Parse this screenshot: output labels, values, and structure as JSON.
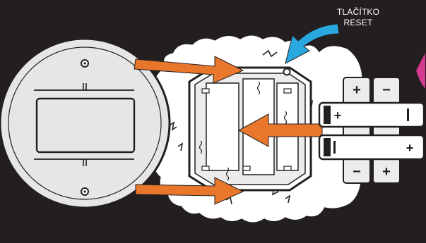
{
  "labels": {
    "reset_line1": "TLAČÍTKO",
    "reset_line2": "RESET"
  },
  "battery_signs": {
    "plus": "+",
    "minus": "−"
  },
  "colors": {
    "background": "#231f20",
    "arrow_orange": "#e8762b",
    "reset_arrow_blue": "#29a7df",
    "outline": "#231f20",
    "fill_white": "#ffffff",
    "fill_light": "#ececec",
    "accent_pink": "#d63a8e"
  },
  "icons": [
    "battery-cover",
    "battery-compartment",
    "battery",
    "arrow",
    "reset-button"
  ]
}
